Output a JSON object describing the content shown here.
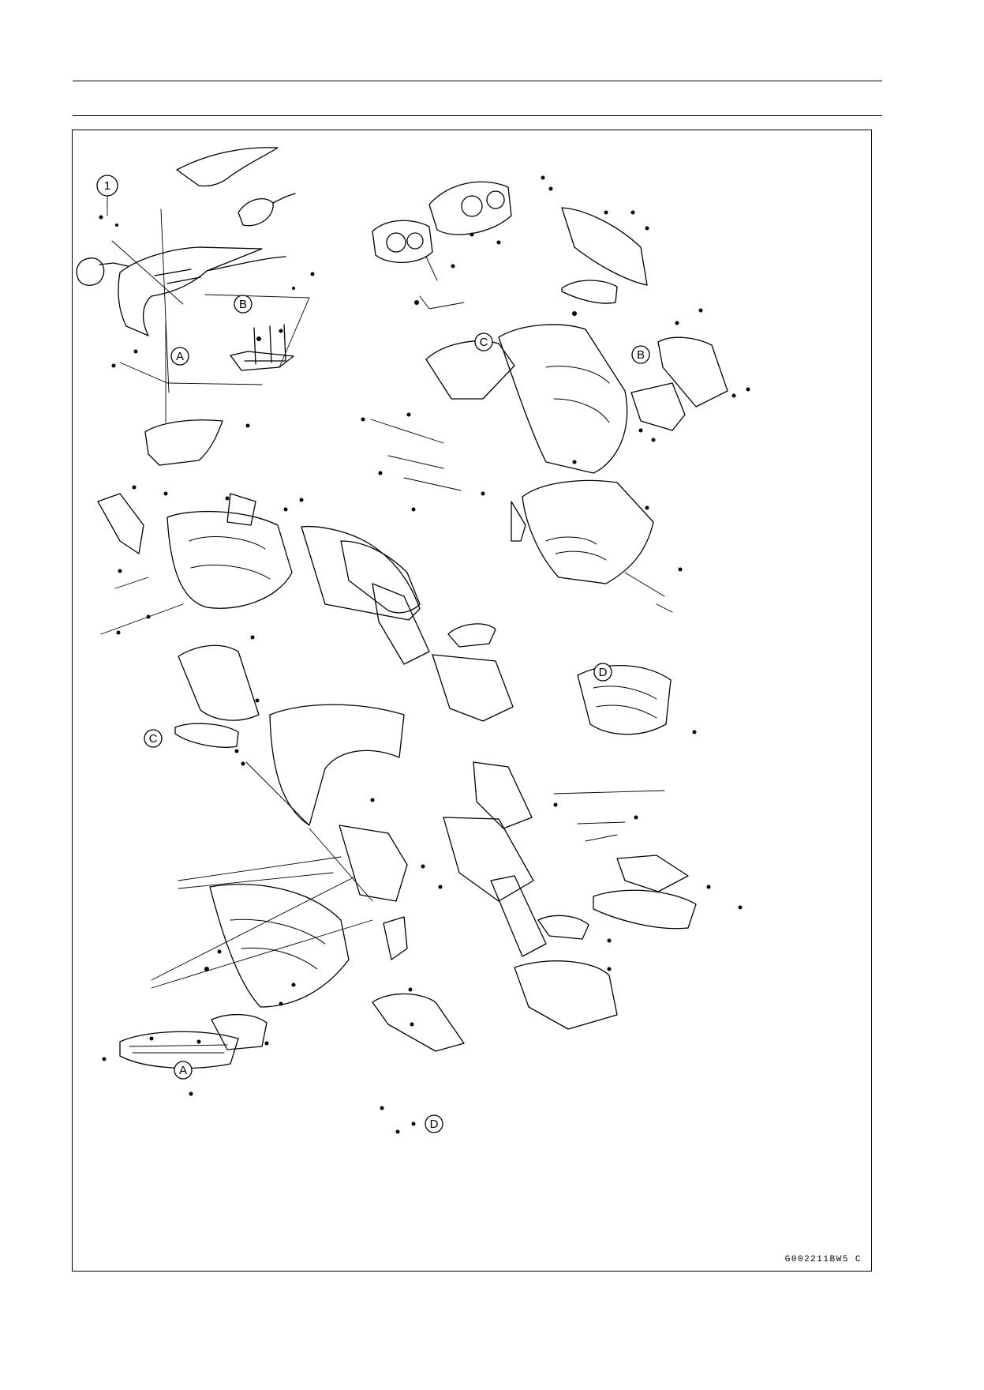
{
  "callouts": {
    "one": "1",
    "a": "A",
    "b": "B",
    "c": "C",
    "d": "D"
  },
  "figure_code": "G002211BW5 C"
}
